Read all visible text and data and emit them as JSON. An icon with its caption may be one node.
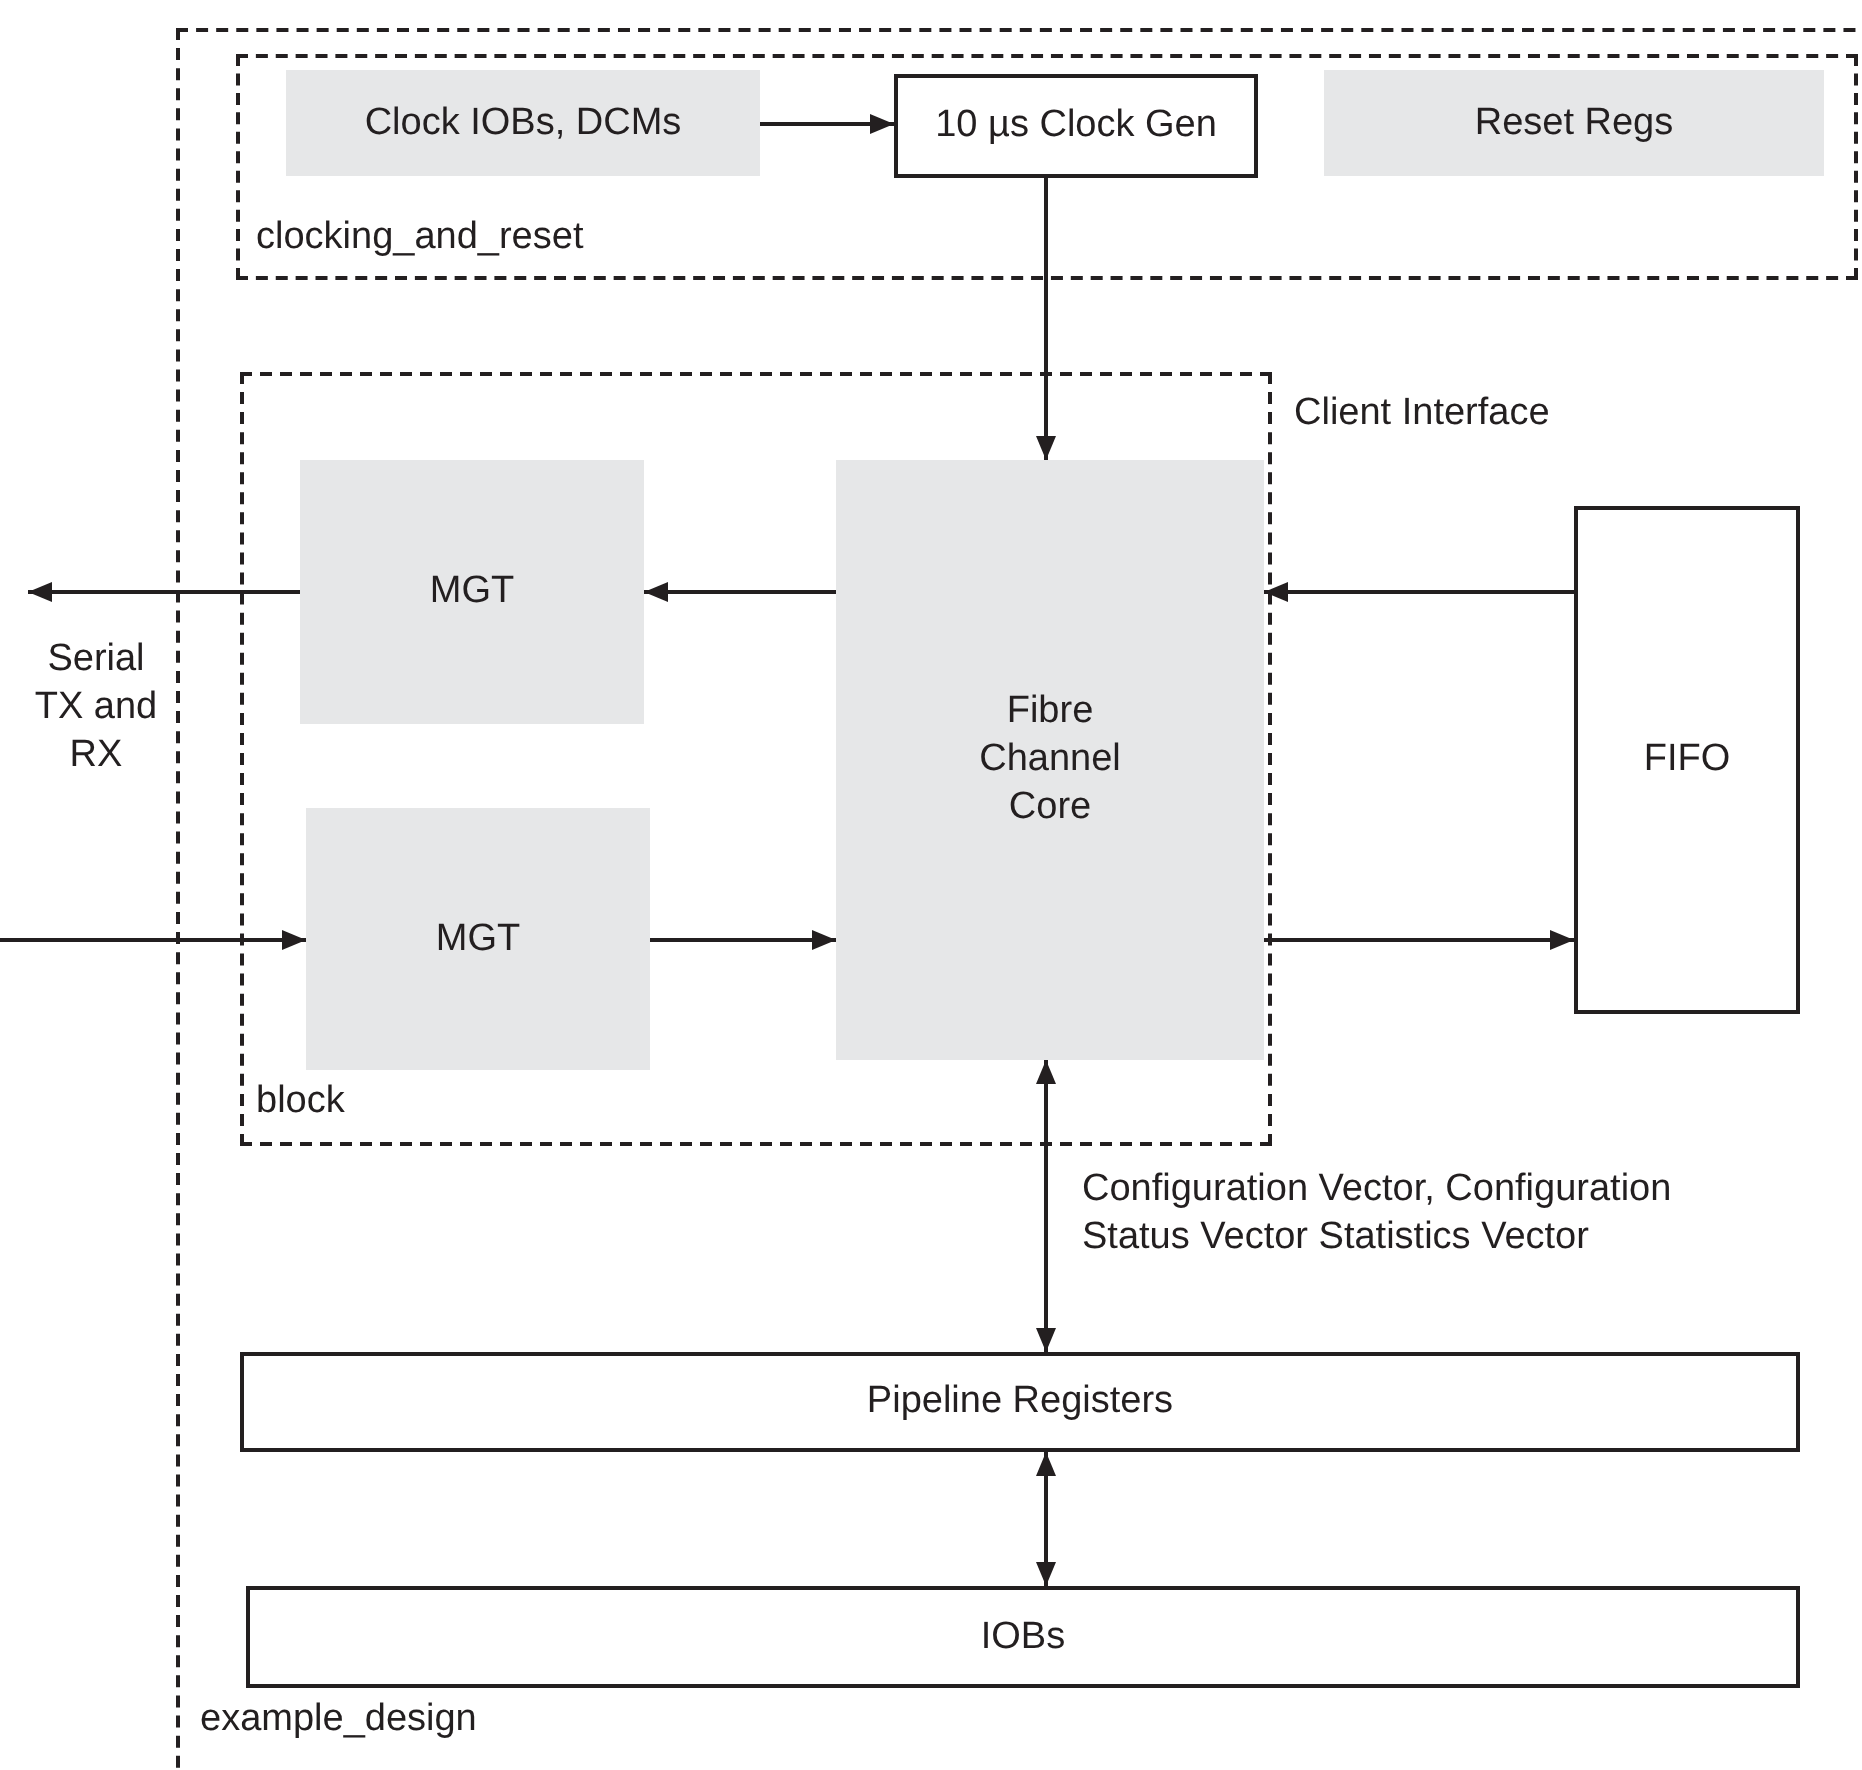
{
  "diagram": {
    "nodes": [
      {
        "text": [
          "example_design"
        ]
      },
      {
        "text": [
          "clocking_and_reset"
        ],
        "in": 0
      },
      {
        "text": [
          "Clock IOBs, DCMs"
        ],
        "in": 1
      },
      {
        "text": [
          "10 µs Clock Gen"
        ],
        "in": 1
      },
      {
        "text": [
          "Reset Regs"
        ],
        "in": 1
      },
      {
        "text": [
          "block"
        ],
        "in": 0
      },
      {
        "text": [
          "MGT"
        ],
        "in": 5
      },
      {
        "text": [
          "MGT"
        ],
        "in": 5
      },
      {
        "text": [
          "Fibre Channel Core"
        ],
        "in": 5
      },
      {
        "text": [
          "FIFO"
        ],
        "in": 0
      },
      {
        "text": [
          "Pipeline Registers"
        ],
        "in": 0
      },
      {
        "text": [
          "IOBs"
        ],
        "in": 0
      }
    ],
    "edges": [
      {
        "from": 2,
        "to": 3,
        "arrow": "to"
      },
      {
        "from": 3,
        "to": 8,
        "arrow": "to"
      },
      {
        "from": 8,
        "to": 6,
        "arrow": "to"
      },
      {
        "from": 6,
        "to": null,
        "arrow": "to"
      },
      {
        "from": null,
        "to": 7,
        "arrow": "to"
      },
      {
        "from": 7,
        "to": 8,
        "arrow": "to"
      },
      {
        "from": 9,
        "to": 8,
        "arrow": "to"
      },
      {
        "from": 8,
        "to": 9,
        "arrow": "to"
      },
      {
        "from": 8,
        "to": 10,
        "arrow": "both",
        "label": "Configuration Vector, Configuration Status Vector Statistics Vector"
      },
      {
        "from": 10,
        "to": 11,
        "arrow": "both"
      }
    ],
    "labels": [
      "Client Interface",
      "Serial TX and RX"
    ]
  }
}
